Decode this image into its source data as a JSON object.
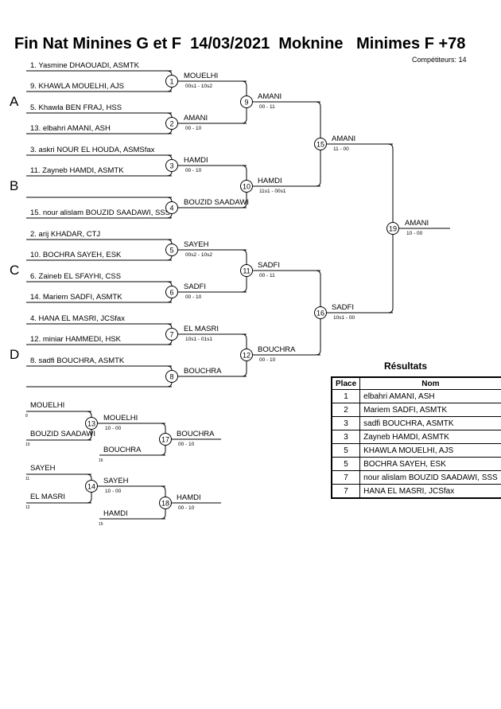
{
  "header": {
    "title": "Fin Nat Minines G et F  14/03/2021  Moknine   Minimes F +78",
    "competitors": "Compétiteurs: 14"
  },
  "pools": [
    "A",
    "B",
    "C",
    "D"
  ],
  "entrants": [
    "1. Yasmine DHAOUADI, ASMTK",
    "9. KHAWLA MOUELHI, AJS",
    "5. Khawla BEN FRAJ, HSS",
    "13. elbahri AMANI, ASH",
    "3. askri NOUR EL HOUDA, ASMSfax",
    "11. Zayneb HAMDI, ASMTK",
    "",
    "15. nour alislam BOUZID SAADAWI, SSS",
    "2. arij KHADAR, CTJ",
    "10. BOCHRA SAYEH, ESK",
    "6. Zaineb EL SFAYHI, CSS",
    "14. Mariem SADFI, ASMTK",
    "4. HANA EL MASRI, JCSfax",
    "12. miniar HAMMEDI, HSK",
    "8. sadfi BOUCHRA, ASMTK",
    ""
  ],
  "matches": [
    {
      "no": "1",
      "winner": "MOUELHI",
      "score": "00s1 - 10s2"
    },
    {
      "no": "2",
      "winner": "AMANI",
      "score": "00 - 10"
    },
    {
      "no": "3",
      "winner": "HAMDI",
      "score": "00 - 10"
    },
    {
      "no": "4",
      "winner": "BOUZID SAADAWI",
      "score": ""
    },
    {
      "no": "5",
      "winner": "SAYEH",
      "score": "00s2 - 10s2"
    },
    {
      "no": "6",
      "winner": "SADFI",
      "score": "00 - 10"
    },
    {
      "no": "7",
      "winner": "EL MASRI",
      "score": "10s1 - 01s1"
    },
    {
      "no": "8",
      "winner": "BOUCHRA",
      "score": ""
    },
    {
      "no": "9",
      "winner": "AMANI",
      "score": "00 - 11"
    },
    {
      "no": "10",
      "winner": "HAMDI",
      "score": "11s1 - 00s1"
    },
    {
      "no": "11",
      "winner": "SADFI",
      "score": "00 - 11"
    },
    {
      "no": "12",
      "winner": "BOUCHRA",
      "score": "00 - 10"
    },
    {
      "no": "15",
      "winner": "AMANI",
      "score": "11 - 00"
    },
    {
      "no": "16",
      "winner": "SADFI",
      "score": "10s1 - 00"
    },
    {
      "no": "19",
      "winner": "AMANI",
      "score": "10 - 00"
    }
  ],
  "repechage": {
    "entrants": [
      {
        "name": "MOUELHI",
        "ref": "9"
      },
      {
        "name": "BOUZID SAADAWI",
        "ref": "10"
      },
      {
        "name": "SAYEH",
        "ref": "11"
      },
      {
        "name": "EL MASRI",
        "ref": "12"
      }
    ],
    "byes": [
      {
        "name": "BOUCHRA",
        "ref": "16"
      },
      {
        "name": "HAMDI",
        "ref": "15"
      }
    ],
    "matches": [
      {
        "no": "13",
        "winner": "MOUELHI",
        "score": "10 - 00"
      },
      {
        "no": "14",
        "winner": "SAYEH",
        "score": "10 - 00"
      },
      {
        "no": "17",
        "winner": "BOUCHRA",
        "score": "00 - 10"
      },
      {
        "no": "18",
        "winner": "HAMDI",
        "score": "00 - 10"
      }
    ]
  },
  "results": {
    "title": "Résultats",
    "headers": [
      "Place",
      "Nom"
    ],
    "rows": [
      {
        "place": "1",
        "name": "elbahri AMANI, ASH"
      },
      {
        "place": "2",
        "name": "Mariem SADFI, ASMTK"
      },
      {
        "place": "3",
        "name": "sadfi BOUCHRA, ASMTK"
      },
      {
        "place": "3",
        "name": "Zayneb HAMDI, ASMTK"
      },
      {
        "place": "5",
        "name": "KHAWLA MOUELHI, AJS"
      },
      {
        "place": "5",
        "name": "BOCHRA SAYEH, ESK"
      },
      {
        "place": "7",
        "name": "nour alislam BOUZID SAADAWI, SSS"
      },
      {
        "place": "7",
        "name": "HANA EL MASRI, JCSfax"
      }
    ]
  }
}
